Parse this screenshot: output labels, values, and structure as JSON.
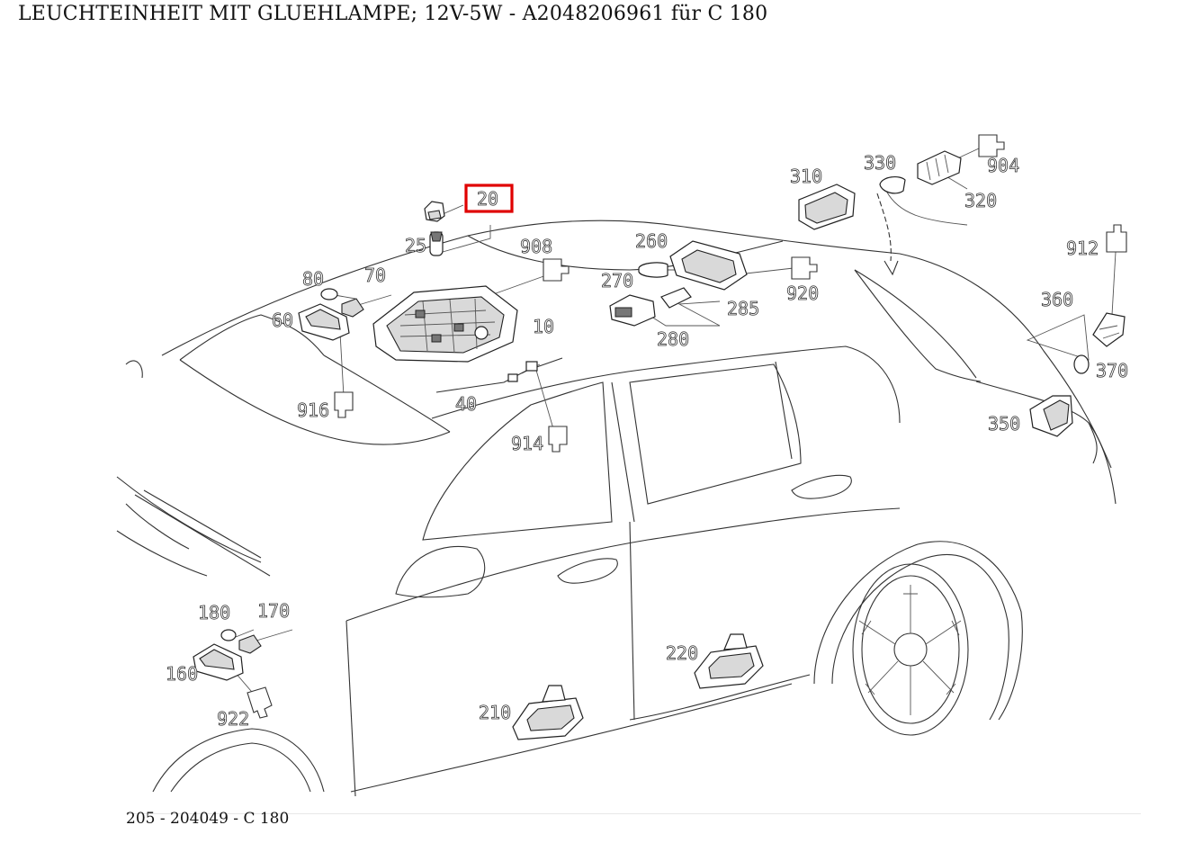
{
  "title": "LEUCHTEINHEIT MIT GLUEHLAMPE; 12V-5W - A2048206961 für C 180",
  "footer": "205 - 204049 - C 180",
  "highlight_color": "#e00000",
  "highlighted_callout": "20",
  "callouts": {
    "c20": "20",
    "c25": "25",
    "c80": "80",
    "c70": "70",
    "c60": "60",
    "c908": "908",
    "c10": "10",
    "c916": "916",
    "c40": "40",
    "c914": "914",
    "c260": "260",
    "c270": "270",
    "c285": "285",
    "c280": "280",
    "c920": "920",
    "c310": "310",
    "c330": "330",
    "c904": "904",
    "c320": "320",
    "c912": "912",
    "c360": "360",
    "c370": "370",
    "c350": "350",
    "c180": "180",
    "c170": "170",
    "c160": "160",
    "c922": "922",
    "c220": "220",
    "c210": "210"
  }
}
